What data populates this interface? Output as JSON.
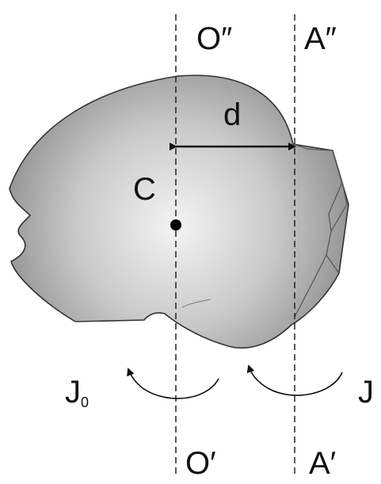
{
  "labels": {
    "top_left_axis": "O″",
    "top_right_axis": "A″",
    "bottom_left_axis": "O′",
    "bottom_right_axis": "A′",
    "distance": "d",
    "center": "C",
    "moment_left_main": "J",
    "moment_left_sub": "0",
    "moment_right": "J"
  },
  "colors": {
    "body_fill_center": "#f2f2f2",
    "body_fill_edge": "#9a9a9a",
    "outline": "#333333",
    "lines": "#222222"
  }
}
